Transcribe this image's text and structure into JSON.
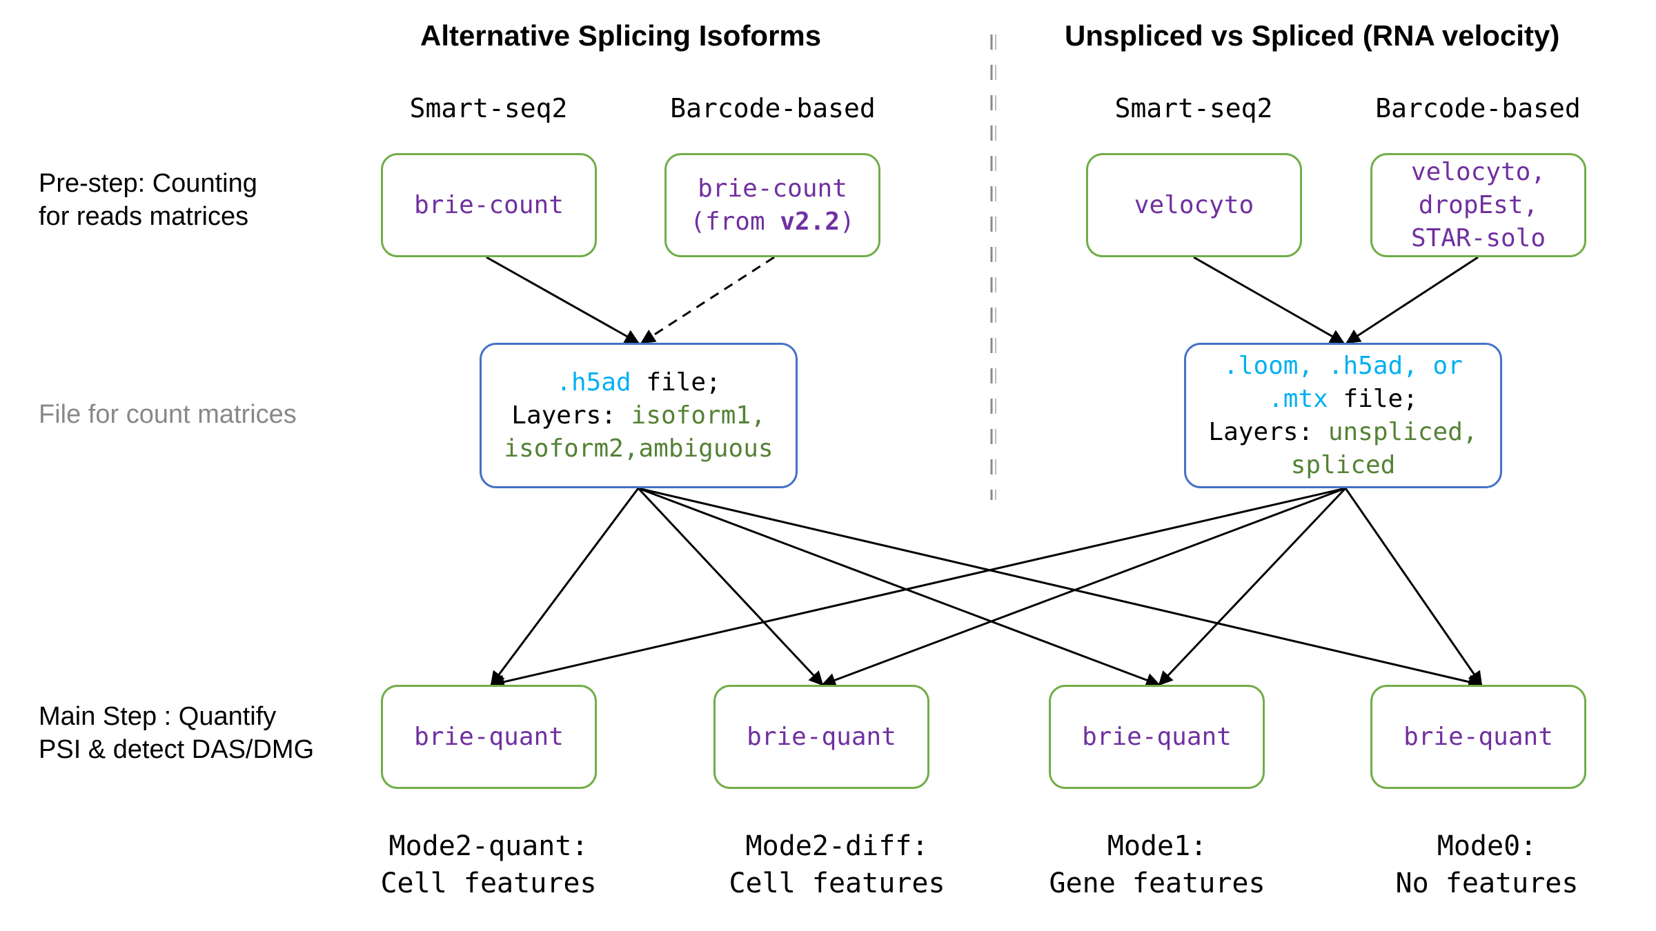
{
  "titles": {
    "left": "Alternative Splicing Isoforms",
    "right": "Unspliced vs Spliced (RNA velocity)"
  },
  "columns": {
    "left_smartseq": "Smart-seq2",
    "left_barcode": "Barcode-based",
    "right_smartseq": "Smart-seq2",
    "right_barcode": "Barcode-based"
  },
  "rows": {
    "prestep_line1": "Pre-step: Counting",
    "prestep_line2": "for reads matrices",
    "file_label": "File for count matrices",
    "main_line1": "Main Step : Quantify",
    "main_line2": "PSI & detect DAS/DMG"
  },
  "count_boxes": {
    "brie_count": "brie-count",
    "brie_count_barcode_line1": "brie-count",
    "brie_count_barcode_pre": "(from ",
    "brie_count_barcode_version": "v2.2",
    "brie_count_barcode_post": ")",
    "velocyto": "velocyto",
    "velocyto_barcode_line1": "velocyto,",
    "velocyto_barcode_line2": "dropEst,",
    "velocyto_barcode_line3": "STAR-solo"
  },
  "file_boxes": {
    "h5ad_ext": ".h5ad",
    "h5ad_file": " file;",
    "h5ad_layers_label": "Layers: ",
    "h5ad_layers_1": "isoform1,",
    "h5ad_layers_2": "isoform2,ambiguous",
    "loom_exts": ".loom, .h5ad, or",
    "mtx_ext": ".mtx",
    "mtx_file": " file;",
    "loom_layers_label": "Layers: ",
    "loom_layers_1": "unspliced,",
    "loom_layers_2": "spliced"
  },
  "quant_boxes": [
    "brie-quant",
    "brie-quant",
    "brie-quant",
    "brie-quant"
  ],
  "modes": [
    {
      "name": "Mode2-quant:",
      "desc": "Cell features"
    },
    {
      "name": "Mode2-diff:",
      "desc": "Cell features"
    },
    {
      "name": "Mode1:",
      "desc": "Gene features"
    },
    {
      "name": "Mode0:",
      "desc": "No features"
    }
  ],
  "colors": {
    "green_border": "#70ad47",
    "blue_border": "#4472c4",
    "tool_text": "#7030a0",
    "extension_text": "#00b0f0",
    "layer_text": "#548235",
    "row_label_gray": "#888888"
  }
}
